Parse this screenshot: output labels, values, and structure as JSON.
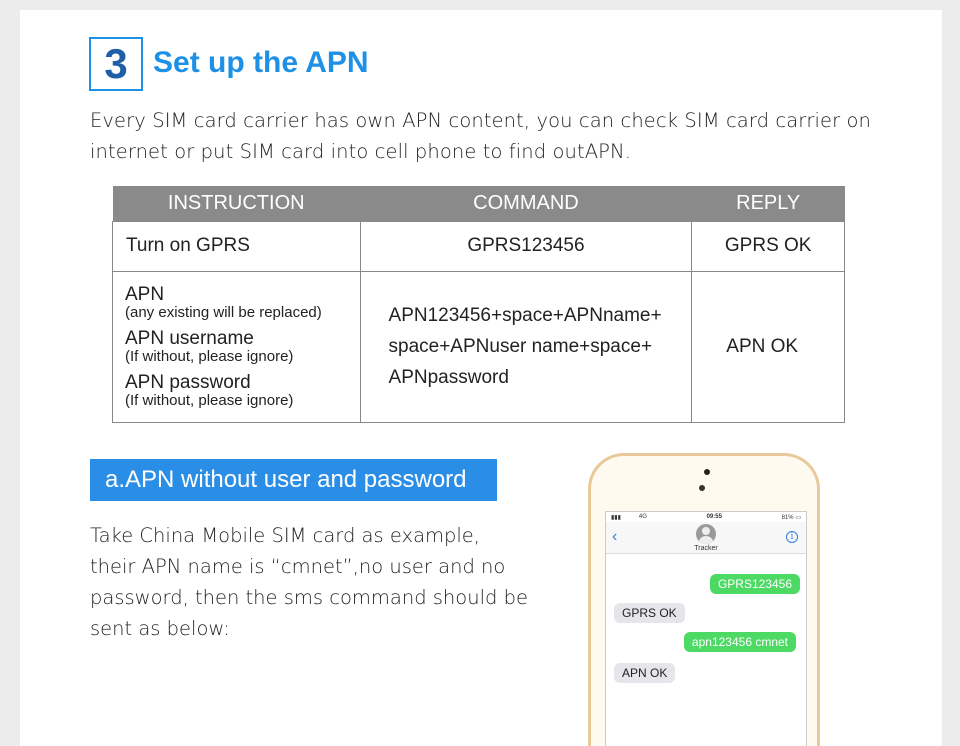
{
  "step": {
    "number": "3",
    "title": "Set up the APN"
  },
  "intro_text": "Every SIM card carrier has own APN content, you can check SIM card carrier on internet or put SIM card into cell phone to find outAPN.",
  "table": {
    "headers": [
      "INSTRUCTION",
      "COMMAND",
      "REPLY"
    ],
    "row1": {
      "instruction": "Turn on GPRS",
      "command": "GPRS123456",
      "reply": "GPRS OK"
    },
    "row2": {
      "items": [
        {
          "main": "APN",
          "sub": "(any existing will be replaced)"
        },
        {
          "main": "APN username",
          "sub": "(If without, please ignore)"
        },
        {
          "main": "APN password",
          "sub": "(If without, please ignore)"
        }
      ],
      "command_lines": [
        "APN123456+space+APNname+",
        "space+APNuser name+space+",
        "APNpassword"
      ],
      "reply": "APN OK"
    }
  },
  "subheading": "a.APN without user and password",
  "example_text": "Take China Mobile SIM card as example, their APN name is “cmnet”,no user and no password, then the sms command should be sent as below:",
  "phone": {
    "status": {
      "network": "4G",
      "time": "09:55",
      "battery": "81%"
    },
    "contact": "Tracker",
    "messages": [
      {
        "dir": "out",
        "text": "GPRS123456"
      },
      {
        "dir": "in",
        "text": "GPRS OK"
      },
      {
        "dir": "out",
        "text": "apn123456 cmnet"
      },
      {
        "dir": "in",
        "text": "APN OK"
      }
    ]
  },
  "colors": {
    "accent": "#1e90e6",
    "subheading_bg": "#2b8ee6",
    "table_header_bg": "#8a8a8a",
    "sms_out": "#4cd964",
    "sms_in": "#e5e5ea"
  }
}
